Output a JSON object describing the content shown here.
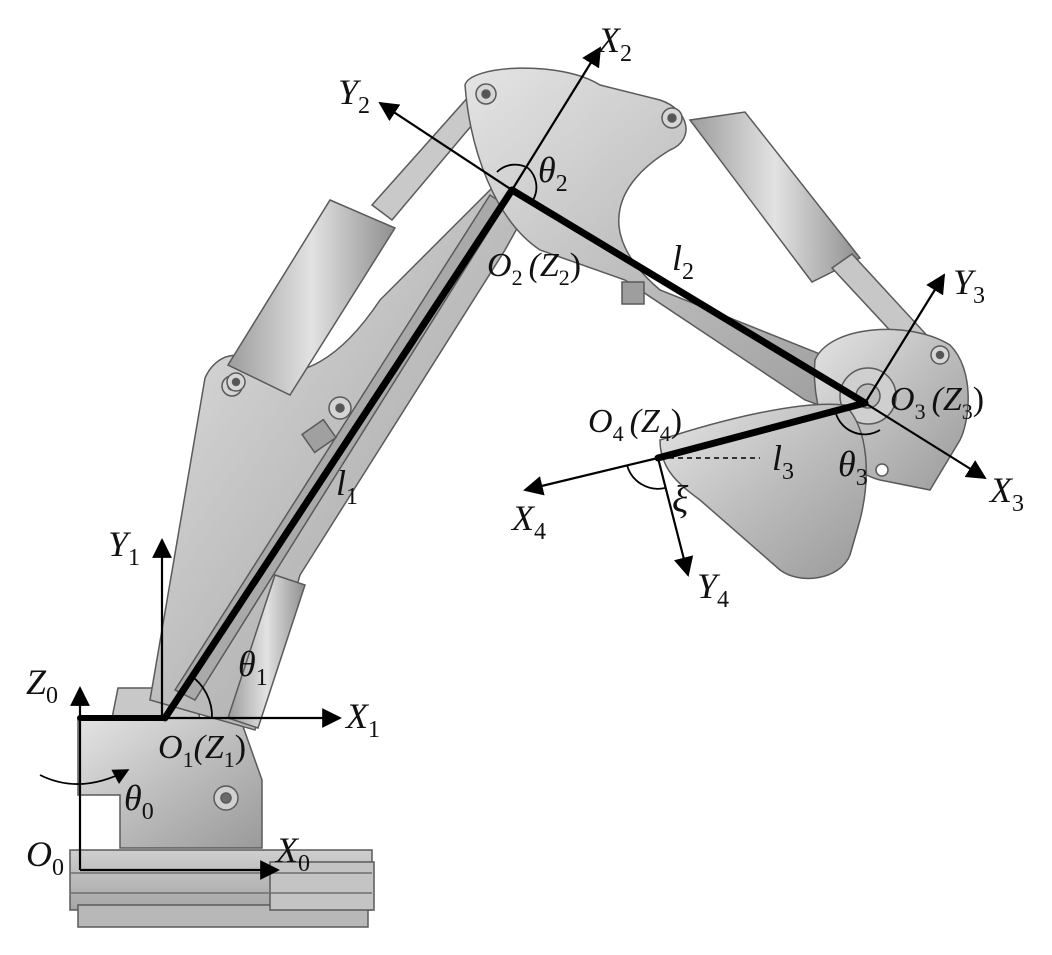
{
  "colors": {
    "metal_light": "#d6d6d6",
    "metal_mid": "#b4b4b4",
    "metal_dark": "#8a8a8a",
    "outline": "#5a5a5a",
    "link_line": "#000000",
    "label": "#111111"
  },
  "labels": {
    "X2": {
      "main": "X",
      "sub": "2"
    },
    "Y2": {
      "main": "Y",
      "sub": "2"
    },
    "theta2": {
      "main": "θ",
      "sub": "2"
    },
    "O2": {
      "main": "O",
      "sub": "2",
      "paren": "(Z",
      "paren_sub": "2",
      "close": ")"
    },
    "l2": {
      "main": "l",
      "sub": "2"
    },
    "Y3": {
      "main": "Y",
      "sub": "3"
    },
    "O3": {
      "main": "O",
      "sub": "3",
      "paren": "(Z",
      "paren_sub": "3",
      "close": ")"
    },
    "O4": {
      "main": "O",
      "sub": "4",
      "paren": "(Z",
      "paren_sub": "4",
      "close": ")"
    },
    "l3": {
      "main": "l",
      "sub": "3"
    },
    "theta3": {
      "main": "θ",
      "sub": "3"
    },
    "X3": {
      "main": "X",
      "sub": "3"
    },
    "X4": {
      "main": "X",
      "sub": "4"
    },
    "xi": {
      "main": "ξ"
    },
    "Y4": {
      "main": "Y",
      "sub": "4"
    },
    "l1": {
      "main": "l",
      "sub": "1"
    },
    "Y1": {
      "main": "Y",
      "sub": "1"
    },
    "theta1": {
      "main": "θ",
      "sub": "1"
    },
    "Z0": {
      "main": "Z",
      "sub": "0"
    },
    "X1": {
      "main": "X",
      "sub": "1"
    },
    "O1": {
      "main": "O",
      "sub": "1",
      "paren": "(Z",
      "paren_sub": "1",
      "close": ")"
    },
    "theta0": {
      "main": "θ",
      "sub": "0"
    },
    "O0": {
      "main": "O",
      "sub": "0"
    },
    "X0": {
      "main": "X",
      "sub": "0"
    }
  }
}
